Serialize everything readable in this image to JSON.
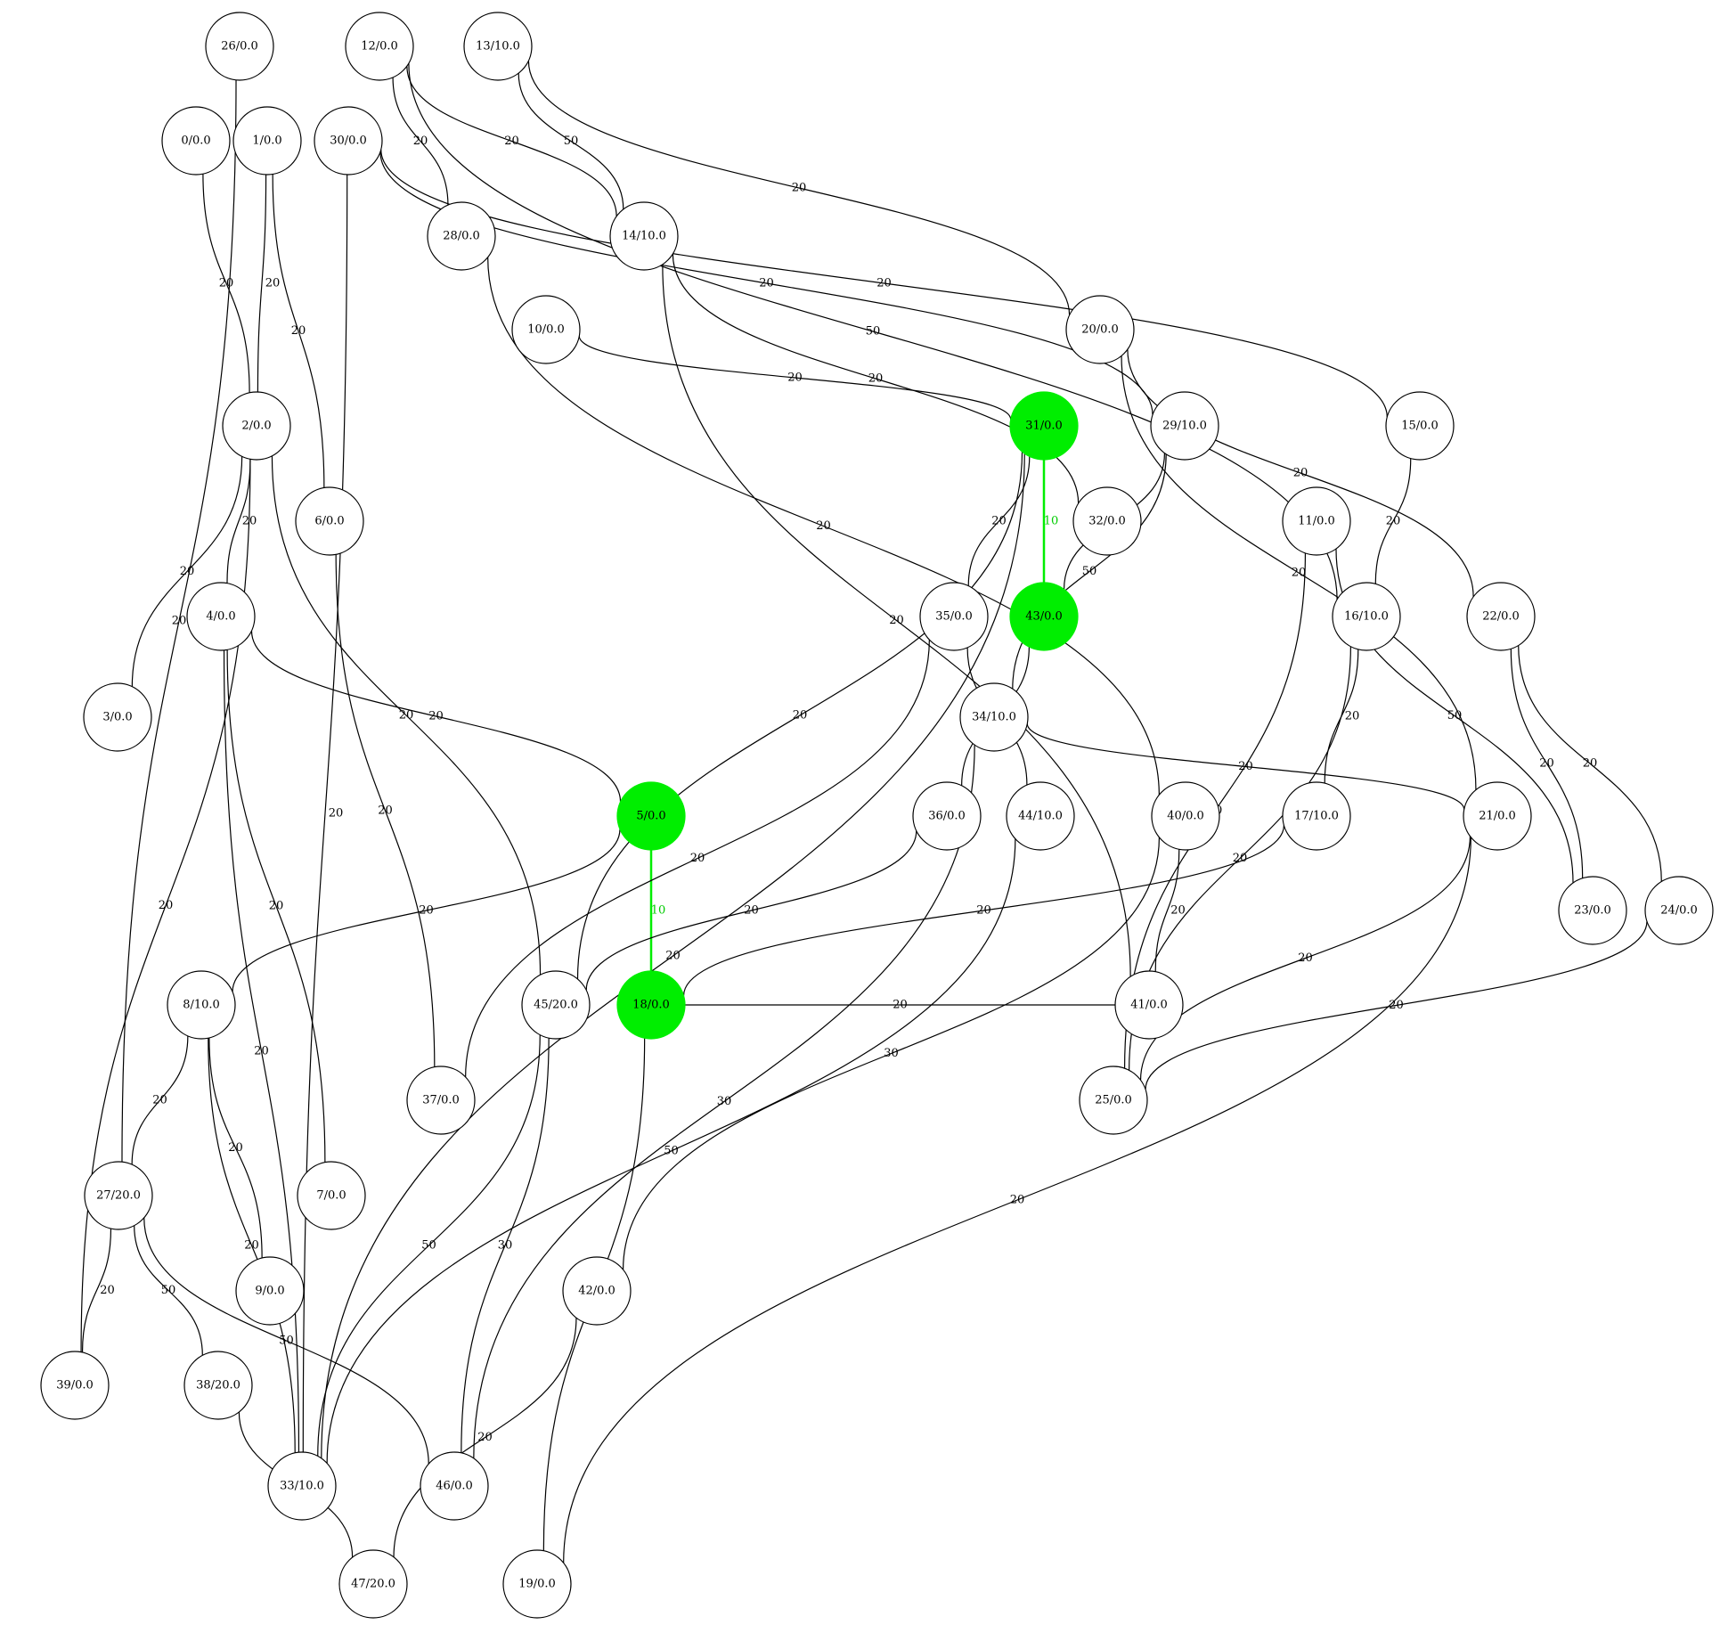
{
  "graph": {
    "highlight_color": "#00ee00",
    "nodes": [
      {
        "id": "0",
        "label": "0/0.0"
      },
      {
        "id": "1",
        "label": "1/0.0"
      },
      {
        "id": "2",
        "label": "2/0.0"
      },
      {
        "id": "3",
        "label": "3/0.0"
      },
      {
        "id": "4",
        "label": "4/0.0"
      },
      {
        "id": "5",
        "label": "5/0.0",
        "highlighted": true
      },
      {
        "id": "6",
        "label": "6/0.0"
      },
      {
        "id": "7",
        "label": "7/0.0"
      },
      {
        "id": "8",
        "label": "8/10.0"
      },
      {
        "id": "9",
        "label": "9/0.0"
      },
      {
        "id": "10",
        "label": "10/0.0"
      },
      {
        "id": "11",
        "label": "11/0.0"
      },
      {
        "id": "12",
        "label": "12/0.0"
      },
      {
        "id": "13",
        "label": "13/10.0"
      },
      {
        "id": "14",
        "label": "14/10.0"
      },
      {
        "id": "15",
        "label": "15/0.0"
      },
      {
        "id": "16",
        "label": "16/10.0"
      },
      {
        "id": "17",
        "label": "17/10.0"
      },
      {
        "id": "18",
        "label": "18/0.0",
        "highlighted": true
      },
      {
        "id": "19",
        "label": "19/0.0"
      },
      {
        "id": "20",
        "label": "20/0.0"
      },
      {
        "id": "21",
        "label": "21/0.0"
      },
      {
        "id": "22",
        "label": "22/0.0"
      },
      {
        "id": "23",
        "label": "23/0.0"
      },
      {
        "id": "24",
        "label": "24/0.0"
      },
      {
        "id": "25",
        "label": "25/0.0"
      },
      {
        "id": "26",
        "label": "26/0.0"
      },
      {
        "id": "27",
        "label": "27/20.0"
      },
      {
        "id": "28",
        "label": "28/0.0"
      },
      {
        "id": "29",
        "label": "29/10.0"
      },
      {
        "id": "30",
        "label": "30/0.0"
      },
      {
        "id": "31",
        "label": "31/0.0",
        "highlighted": true
      },
      {
        "id": "32",
        "label": "32/0.0"
      },
      {
        "id": "33",
        "label": "33/10.0"
      },
      {
        "id": "34",
        "label": "34/10.0"
      },
      {
        "id": "35",
        "label": "35/0.0"
      },
      {
        "id": "36",
        "label": "36/0.0"
      },
      {
        "id": "37",
        "label": "37/0.0"
      },
      {
        "id": "38",
        "label": "38/20.0"
      },
      {
        "id": "39",
        "label": "39/0.0"
      },
      {
        "id": "40",
        "label": "40/0.0"
      },
      {
        "id": "41",
        "label": "41/0.0"
      },
      {
        "id": "42",
        "label": "42/0.0"
      },
      {
        "id": "43",
        "label": "43/0.0",
        "highlighted": true
      },
      {
        "id": "44",
        "label": "44/10.0"
      },
      {
        "id": "45",
        "label": "45/20.0"
      },
      {
        "id": "46",
        "label": "46/0.0"
      },
      {
        "id": "47",
        "label": "47/20.0"
      }
    ],
    "edges": [
      {
        "from": "31",
        "to": "43",
        "label": "10",
        "highlighted": true
      },
      {
        "from": "5",
        "to": "18",
        "label": "10",
        "highlighted": true
      },
      {
        "from": "0",
        "to": "2",
        "label": "20"
      },
      {
        "from": "1",
        "to": "2",
        "label": "20"
      },
      {
        "from": "1",
        "to": "6",
        "label": "20"
      },
      {
        "from": "2",
        "to": "3",
        "label": "20"
      },
      {
        "from": "2",
        "to": "4",
        "label": "20"
      },
      {
        "from": "2",
        "to": "39",
        "label": "20"
      },
      {
        "from": "2",
        "to": "45",
        "label": "20"
      },
      {
        "from": "4",
        "to": "5",
        "label": "20"
      },
      {
        "from": "4",
        "to": "7",
        "label": "20"
      },
      {
        "from": "4",
        "to": "33",
        "label": "20"
      },
      {
        "from": "5",
        "to": "8",
        "label": "20"
      },
      {
        "from": "6",
        "to": "37",
        "label": "20"
      },
      {
        "from": "8",
        "to": "27",
        "label": "20"
      },
      {
        "from": "8",
        "to": "9",
        "label": "20"
      },
      {
        "from": "8",
        "to": "33",
        "label": "20"
      },
      {
        "from": "26",
        "to": "27",
        "label": "20"
      },
      {
        "from": "27",
        "to": "39",
        "label": "20"
      },
      {
        "from": "27",
        "to": "38",
        "label": "50"
      },
      {
        "from": "27",
        "to": "46",
        "label": "50"
      },
      {
        "from": "38",
        "to": "47",
        "label": "50"
      },
      {
        "from": "12",
        "to": "28",
        "label": "20"
      },
      {
        "from": "12",
        "to": "14",
        "label": "20"
      },
      {
        "from": "12",
        "to": "16",
        "label": "50"
      },
      {
        "from": "13",
        "to": "14",
        "label": "50"
      },
      {
        "from": "13",
        "to": "20",
        "label": "20"
      },
      {
        "from": "30",
        "to": "33",
        "label": "20"
      },
      {
        "from": "30",
        "to": "29",
        "label": "20"
      },
      {
        "from": "30",
        "to": "15",
        "label": "20"
      },
      {
        "from": "28",
        "to": "40",
        "label": "20"
      },
      {
        "from": "10",
        "to": "31",
        "label": "20"
      },
      {
        "from": "14",
        "to": "32",
        "label": "20"
      },
      {
        "from": "14",
        "to": "41",
        "label": "20"
      },
      {
        "from": "20",
        "to": "22",
        "label": "20"
      },
      {
        "from": "20",
        "to": "21",
        "label": "20"
      },
      {
        "from": "31",
        "to": "35",
        "label": "20"
      },
      {
        "from": "31",
        "to": "45",
        "label": "20"
      },
      {
        "from": "31",
        "to": "33",
        "label": "20"
      },
      {
        "from": "29",
        "to": "43",
        "label": "50"
      },
      {
        "from": "29",
        "to": "34",
        "label": "50"
      },
      {
        "from": "35",
        "to": "44",
        "label": "20"
      },
      {
        "from": "35",
        "to": "37",
        "label": "20"
      },
      {
        "from": "43",
        "to": "36",
        "label": "50"
      },
      {
        "from": "34",
        "to": "21",
        "label": "20"
      },
      {
        "from": "34",
        "to": "46",
        "label": "30"
      },
      {
        "from": "36",
        "to": "45",
        "label": "20"
      },
      {
        "from": "44",
        "to": "33",
        "label": "50"
      },
      {
        "from": "11",
        "to": "25",
        "label": "20"
      },
      {
        "from": "11",
        "to": "23",
        "label": "50"
      },
      {
        "from": "15",
        "to": "16",
        "label": "20"
      },
      {
        "from": "16",
        "to": "17",
        "label": "20"
      },
      {
        "from": "16",
        "to": "25",
        "label": "20"
      },
      {
        "from": "22",
        "to": "23",
        "label": "20"
      },
      {
        "from": "22",
        "to": "24",
        "label": "20"
      },
      {
        "from": "40",
        "to": "41",
        "label": "20"
      },
      {
        "from": "40",
        "to": "42",
        "label": "30"
      },
      {
        "from": "17",
        "to": "18",
        "label": "20"
      },
      {
        "from": "21",
        "to": "25",
        "label": "20"
      },
      {
        "from": "24",
        "to": "25",
        "label": "20"
      },
      {
        "from": "41",
        "to": "18",
        "label": "20"
      },
      {
        "from": "18",
        "to": "19",
        "label": "30"
      },
      {
        "from": "45",
        "to": "46",
        "label": "30"
      },
      {
        "from": "45",
        "to": "33",
        "label": "50"
      },
      {
        "from": "42",
        "to": "47",
        "label": "20"
      },
      {
        "from": "19",
        "to": "21",
        "label": "20"
      }
    ]
  }
}
